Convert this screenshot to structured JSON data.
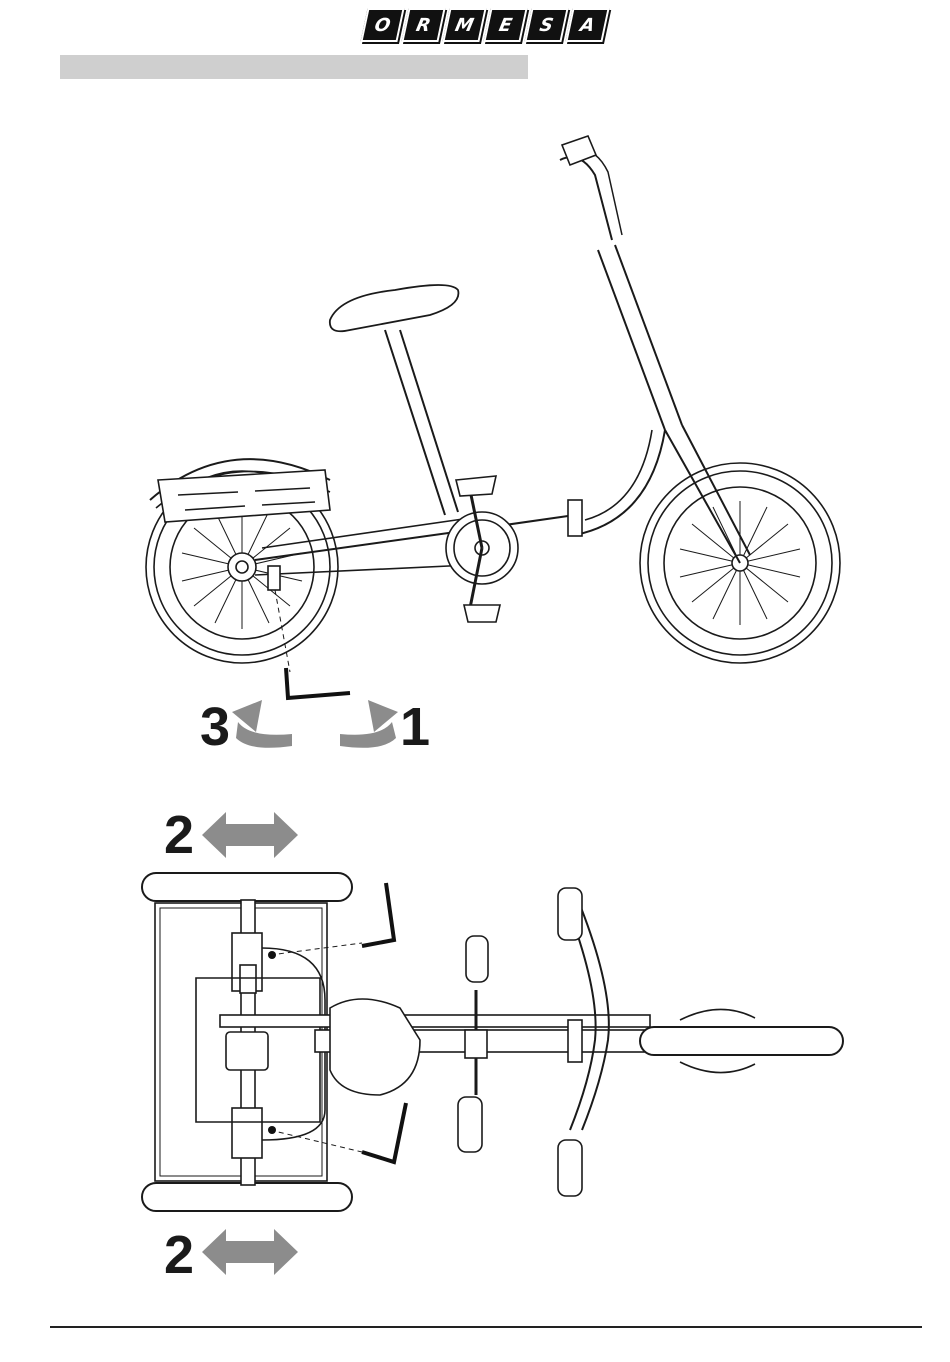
{
  "brand": {
    "letters": [
      "O",
      "R",
      "M",
      "E",
      "S",
      "A"
    ]
  },
  "steps": {
    "step1": "1",
    "step2_top": "2",
    "step2_bottom": "2",
    "step3": "3"
  },
  "colors": {
    "arrow_gray": "#8c8c8c",
    "header_bar": "#cfcfcf",
    "line": "#1a1a1a"
  }
}
